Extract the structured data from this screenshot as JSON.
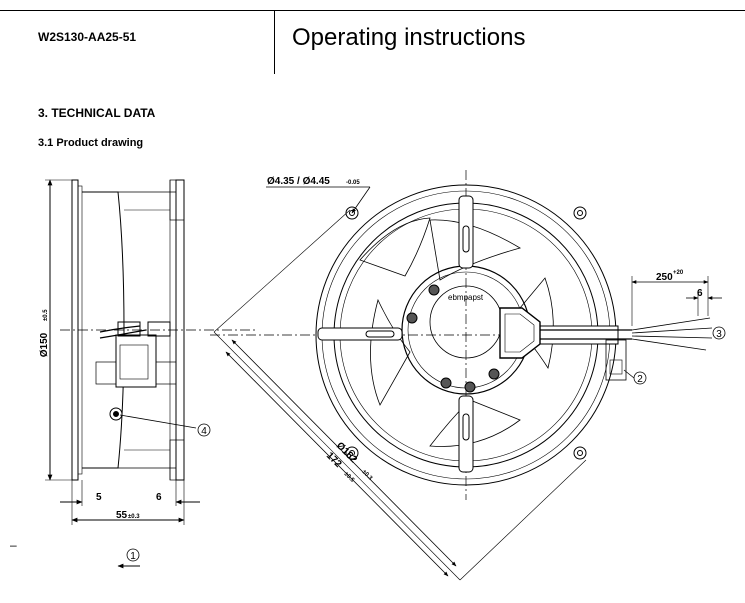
{
  "header": {
    "model": "W2S130-AA25-51",
    "title": "Operating instructions"
  },
  "section": {
    "heading": "3. TECHNICAL DATA",
    "subheading": "3.1 Product drawing"
  },
  "margin_mark": "–",
  "drawing": {
    "dims": {
      "hole": "Ø4.35 / Ø4.45",
      "hole_tol": "-0.05",
      "diameter_150": "Ø150",
      "diameter_150_tol": "±0.5",
      "diameter_162": "Ø162",
      "diameter_162_tol": "±0.3",
      "span_172": "172",
      "span_172_tol": "±0.5",
      "lead_length": "250",
      "lead_length_tol": "+20",
      "strip_length": "6",
      "side_5": "5",
      "side_6": "6",
      "depth_55": "55",
      "depth_55_tol": "±0.3"
    },
    "callouts": [
      "1",
      "2",
      "3",
      "4"
    ],
    "brand_label": "ebmpapst"
  }
}
